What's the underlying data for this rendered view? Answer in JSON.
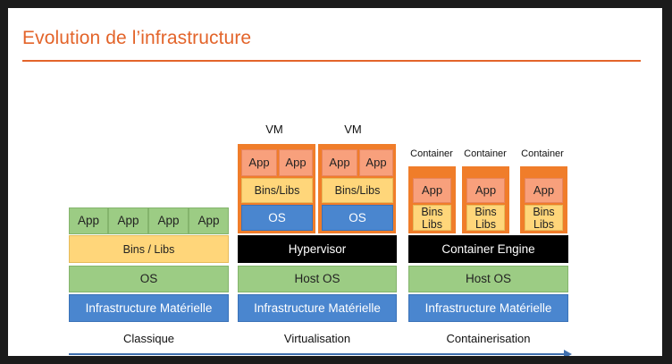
{
  "title": "Evolution de l’infrastructure",
  "columns": {
    "classique": {
      "label": "Classique",
      "apps": [
        "App",
        "App",
        "App",
        "App"
      ],
      "bins_libs": "Bins / Libs",
      "os": "OS",
      "infra": "Infrastructure Matérielle"
    },
    "virtualisation": {
      "label": "Virtualisation",
      "vm_labels": [
        "VM",
        "VM"
      ],
      "vms": [
        {
          "apps": [
            "App",
            "App"
          ],
          "bins_libs": "Bins/Libs",
          "os": "OS"
        },
        {
          "apps": [
            "App",
            "App"
          ],
          "bins_libs": "Bins/Libs",
          "os": "OS"
        }
      ],
      "hypervisor": "Hypervisor",
      "host_os": "Host OS",
      "infra": "Infrastructure Matérielle"
    },
    "containerisation": {
      "label": "Containerisation",
      "container_labels": [
        "Container",
        "Container",
        "Container"
      ],
      "containers": [
        {
          "app": "App",
          "bins": "Bins",
          "libs": "Libs"
        },
        {
          "app": "App",
          "bins": "Bins",
          "libs": "Libs"
        },
        {
          "app": "App",
          "bins": "Bins",
          "libs": "Libs"
        }
      ],
      "engine": "Container Engine",
      "host_os": "Host OS",
      "infra": "Infrastructure Matérielle"
    }
  },
  "colors": {
    "title": "#e3642a",
    "green": "#9ccc84",
    "yellow": "#ffd67a",
    "blue": "#4a86cf",
    "orange": "#f07d2a",
    "salmon": "#f8a07c",
    "arrow": "#3f6fae"
  }
}
